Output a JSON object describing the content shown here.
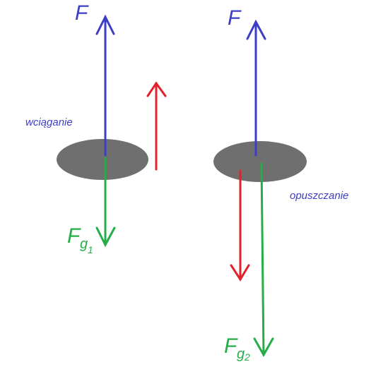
{
  "colors": {
    "blue": "#3d3dc8",
    "red": "#e0222b",
    "green": "#25ad48",
    "disk": "#6f6f6f",
    "background": "#ffffff"
  },
  "left": {
    "force_label": "F",
    "weight_label_main": "F",
    "weight_label_sub": "g",
    "weight_label_subsub": "1",
    "motion_label": "wciąganie"
  },
  "right": {
    "force_label": "F",
    "weight_label_main": "F",
    "weight_label_sub": "g",
    "weight_label_subsub": "2",
    "motion_label": "opuszczanie"
  }
}
